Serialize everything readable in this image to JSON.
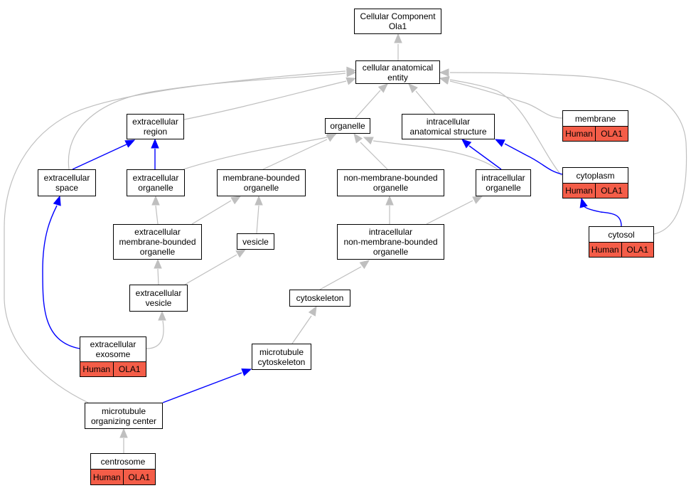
{
  "colors": {
    "is_a_edge": "#bfbfbf",
    "part_of_edge": "#0000ff",
    "annotation_fill": "#f45d48"
  },
  "nodes": {
    "root": "Cellular Component\nOla1",
    "cae": "cellular anatomical\nentity",
    "ecr": "extracellular\nregion",
    "org": "organelle",
    "ias": "intracellular\nanatomical structure",
    "mem": "membrane",
    "ecs": "extracellular\nspace",
    "eco": "extracellular\norganelle",
    "mbo": "membrane-bounded\norganelle",
    "nmbo": "non-membrane-bounded\norganelle",
    "ico": "intracellular\norganelle",
    "cyt": "cytoplasm",
    "emb": "extracellular\nmembrane-bounded\norganelle",
    "ves": "vesicle",
    "inmb": "intracellular\nnon-membrane-bounded\norganelle",
    "csl": "cytosol",
    "ecv": "extracellular\nvesicle",
    "csk": "cytoskeleton",
    "exo": "extracellular\nexosome",
    "mtc": "microtubule\ncytoskeleton",
    "mtoc": "microtubule\norganizing center",
    "cen": "centrosome"
  },
  "annotations": {
    "mem": {
      "species": "Human",
      "gene": "OLA1"
    },
    "cyt": {
      "species": "Human",
      "gene": "OLA1"
    },
    "csl": {
      "species": "Human",
      "gene": "OLA1"
    },
    "exo": {
      "species": "Human",
      "gene": "OLA1"
    },
    "cen": {
      "species": "Human",
      "gene": "OLA1"
    }
  }
}
